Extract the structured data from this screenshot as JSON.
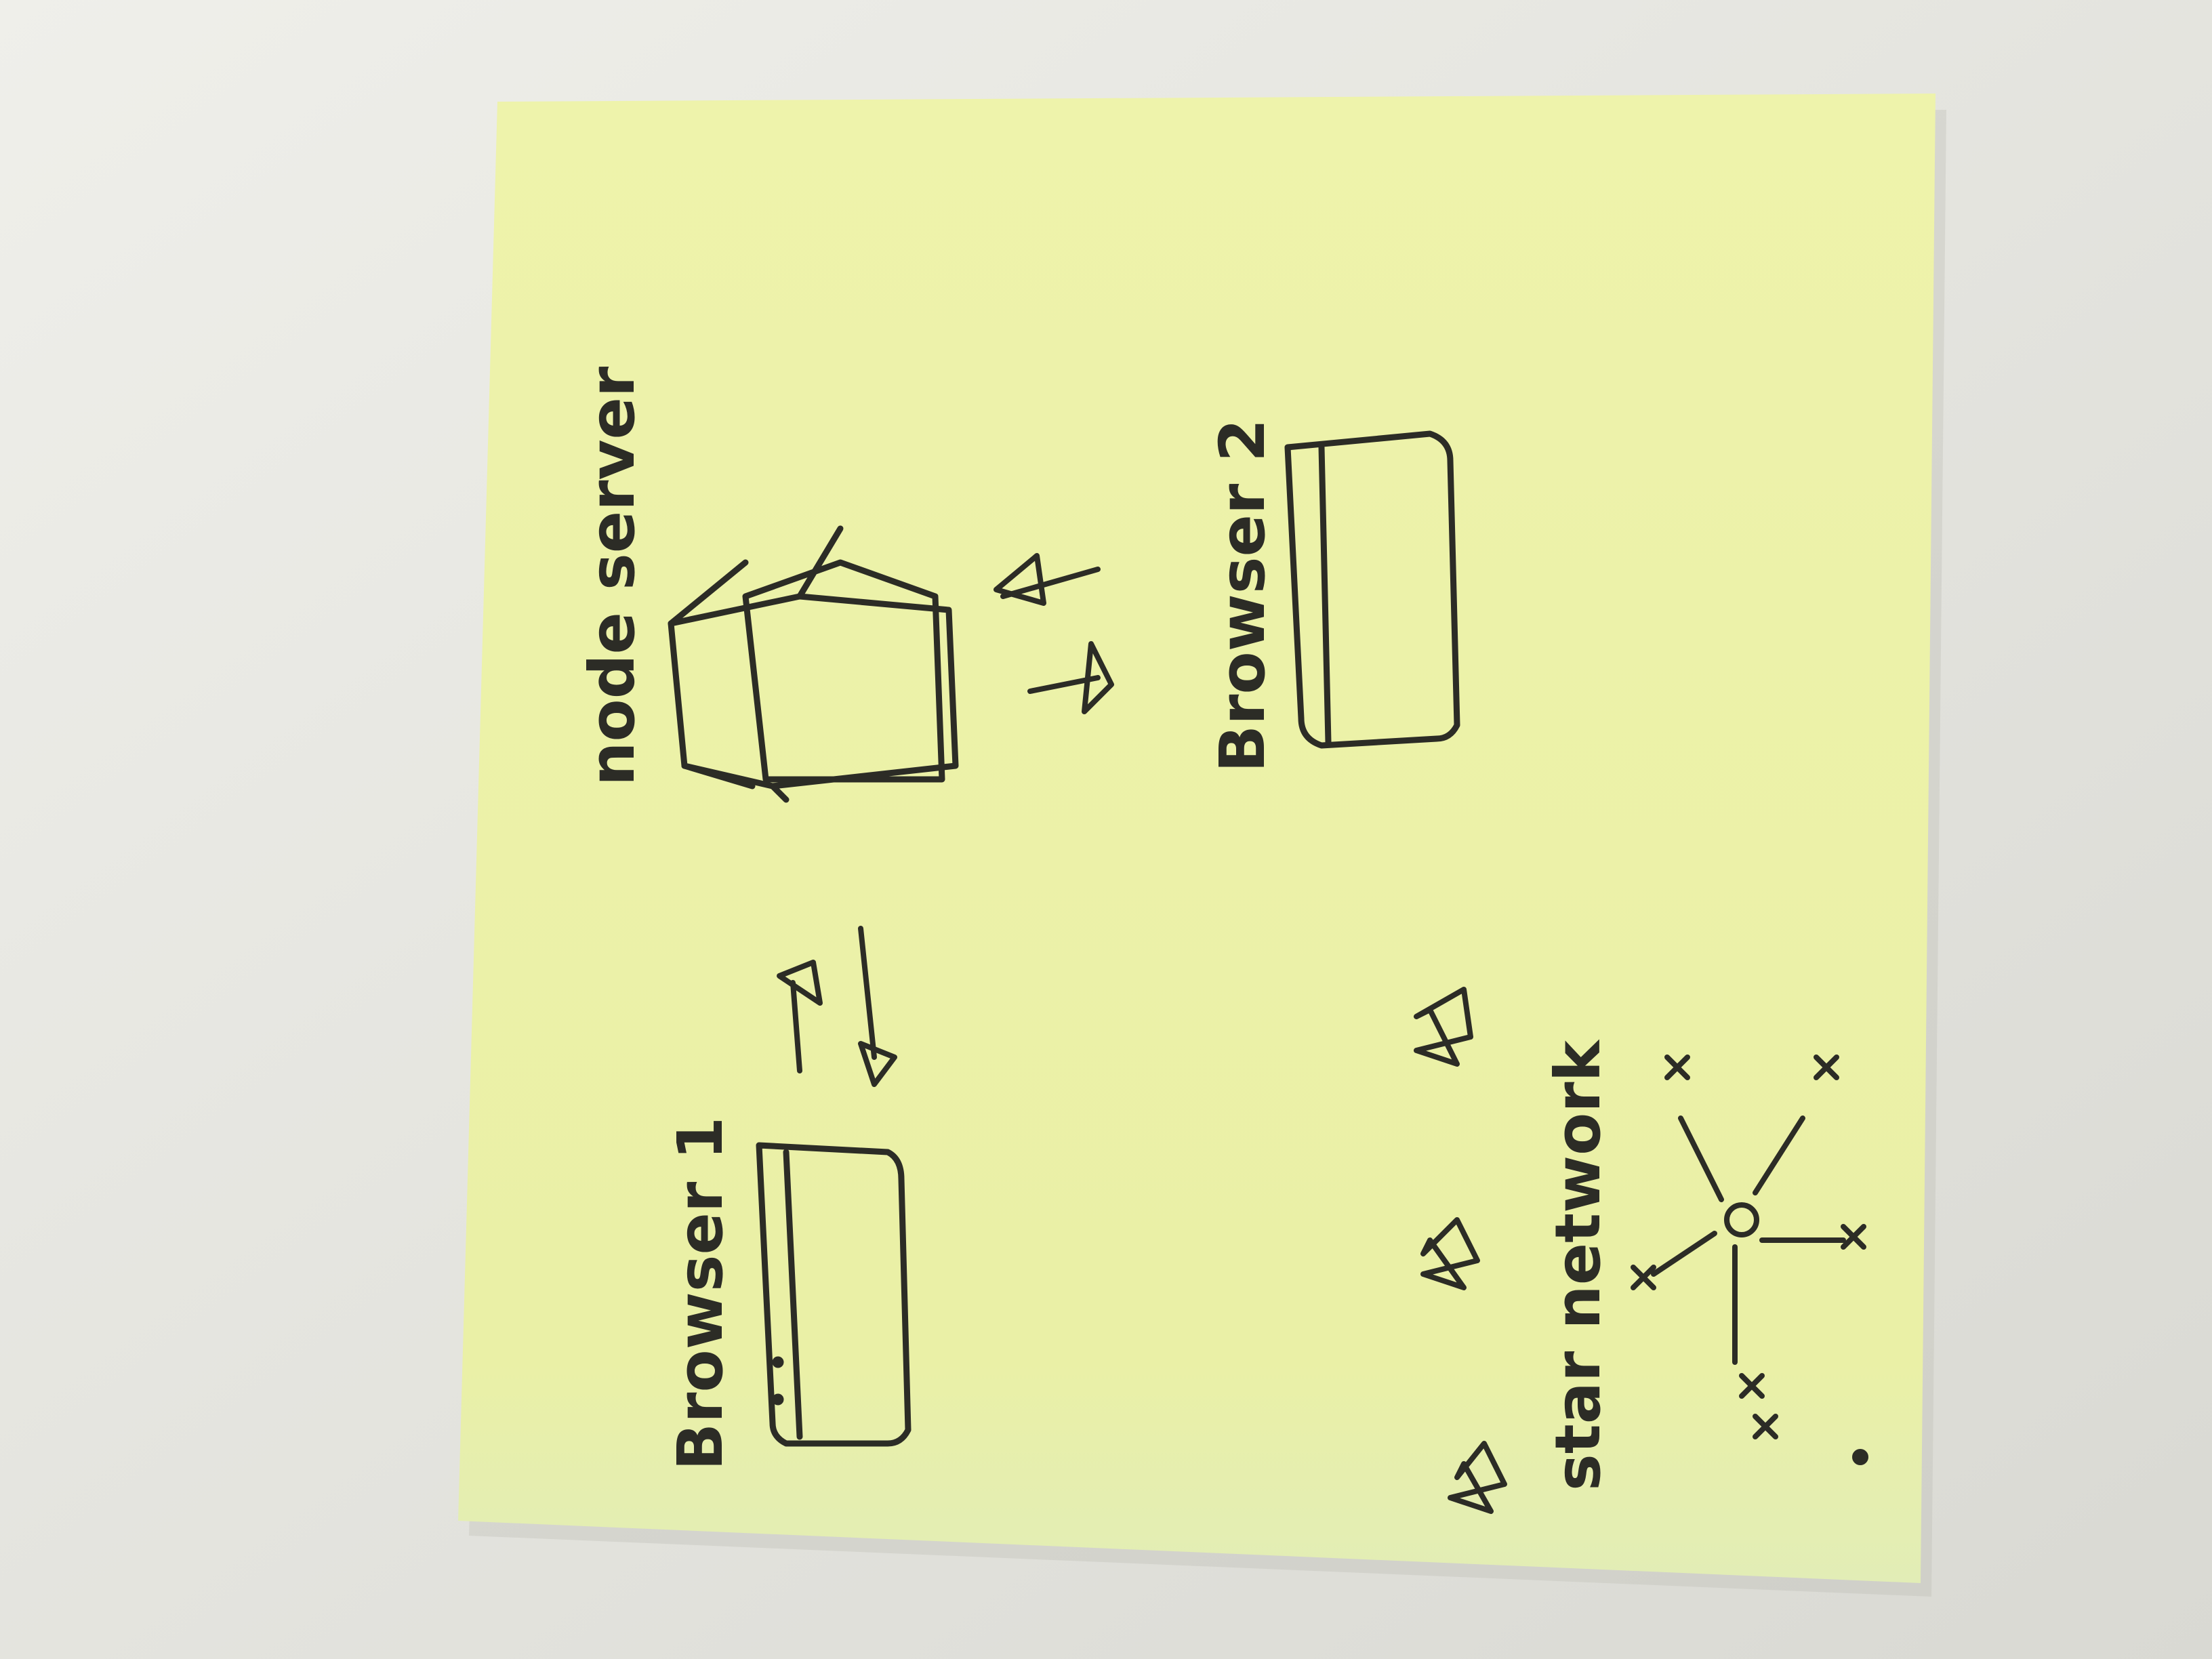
{
  "palette": {
    "background": "#e4e4df",
    "paper": "#ecf2a8",
    "paper_shadow": "#d7dd93",
    "ink": "#2c2c26"
  },
  "labels": {
    "node_server": "node server",
    "browser_1": "Browser 1",
    "browser_2": "Browser 2",
    "star_network": "star network"
  },
  "icons": {
    "server": "cube-sketch-icon",
    "browser_1": "browser-window-sketch-icon",
    "browser_2": "browser-window-sketch-icon",
    "arrows": "bidirectional-arrows-sketch-icon",
    "stars": "star-doodle-icon",
    "network": "star-network-topology-sketch-icon"
  }
}
